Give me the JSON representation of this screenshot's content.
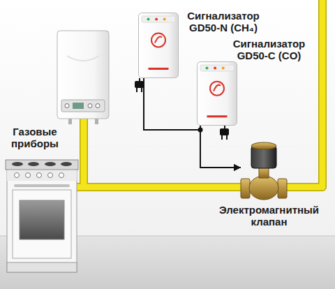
{
  "diagram": {
    "nodes": [
      {
        "text": [
          "Сигнализатор GD50-N (CH₄)"
        ]
      },
      {
        "text": [
          "Сигнализатор GD50-C (CO)"
        ]
      },
      {
        "text": [
          "Электромагнитный клапан"
        ]
      }
    ],
    "edges": [
      {
        "from": 0,
        "to": 2,
        "arrow": "to"
      },
      {
        "from": 1,
        "to": 2,
        "arrow": "to"
      }
    ],
    "labels": [
      "Газовые приборы"
    ]
  }
}
